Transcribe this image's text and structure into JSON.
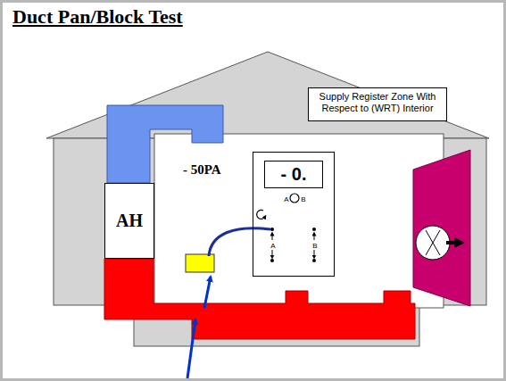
{
  "diagram": {
    "title": "Duct Pan/Block Test",
    "nodes": [
      {
        "text": [
          "Supply Register Zone With Respect to (WRT) Interior"
        ]
      },
      {
        "text": [
          "AH"
        ]
      },
      {
        "text": [
          "A",
          "B",
          "A",
          "B"
        ]
      },
      {
        "text": [
          "- 0."
        ],
        "in": 2
      }
    ],
    "labels": [
      "- 50PA"
    ]
  }
}
